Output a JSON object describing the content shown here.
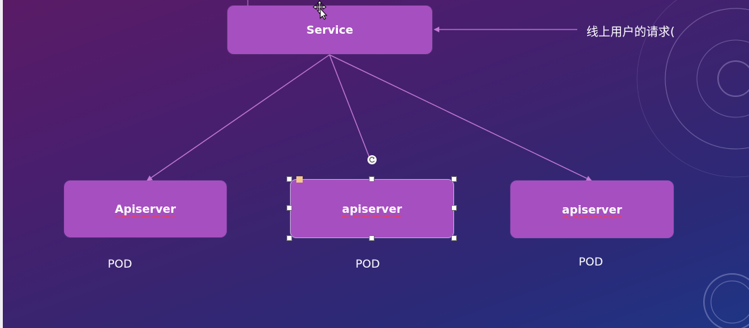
{
  "diagram": {
    "service": {
      "label": "Service"
    },
    "request": {
      "label": "线上用户的请求("
    },
    "pods": [
      {
        "label": "Apiserver",
        "caption": "POD"
      },
      {
        "label": "apiserver",
        "caption": "POD"
      },
      {
        "label": "apiserver",
        "caption": "POD"
      }
    ]
  },
  "colors": {
    "box_fill": "#a64fc0",
    "line": "#c47ad6",
    "text": "#ffffff",
    "spellcheck": "#ff3a3a"
  },
  "icons": {
    "cursor": "move-cursor-icon",
    "rotate": "rotate-handle-icon"
  }
}
